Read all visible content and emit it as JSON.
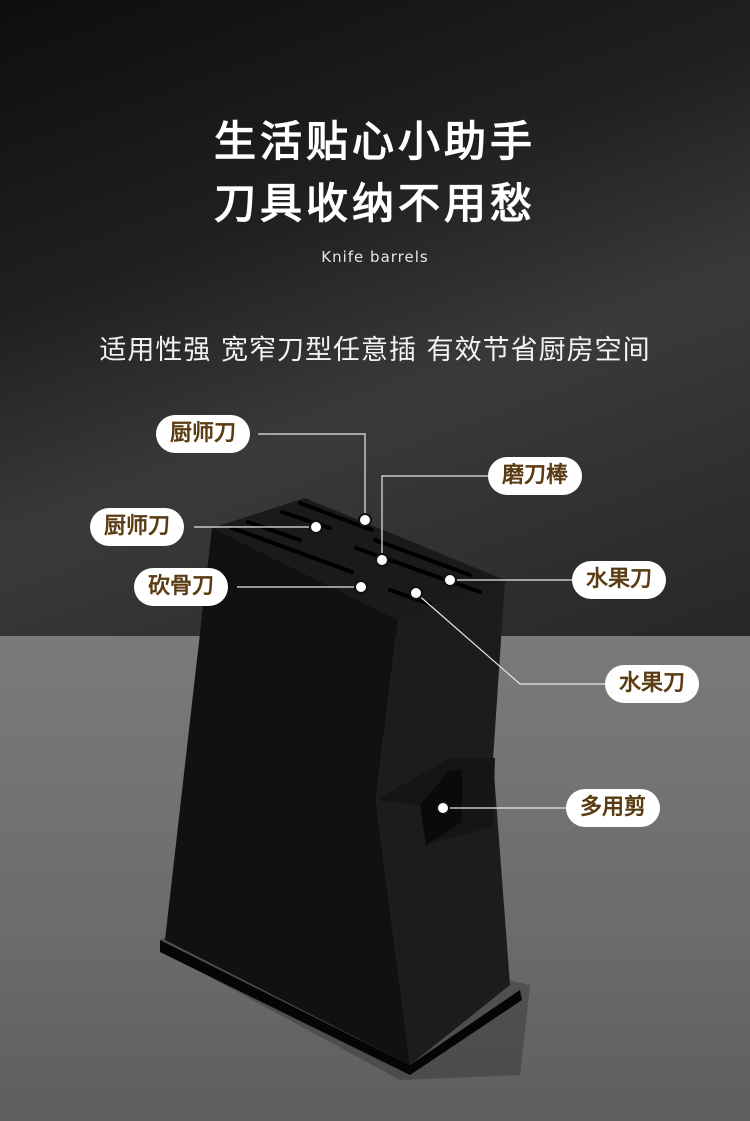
{
  "hero": {
    "title_line1": "生活贴心小助手",
    "title_line2": "刀具收纳不用愁",
    "subtitle": "Knife barrels",
    "tagline": "适用性强 宽窄刀型任意插 有效节省厨房空间"
  },
  "callouts": {
    "chef_knife_top": "厨师刀",
    "sharpening_rod": "磨刀棒",
    "chef_knife_left": "厨师刀",
    "cleaver": "砍骨刀",
    "fruit_knife_right": "水果刀",
    "fruit_knife_lower": "水果刀",
    "scissors": "多用剪"
  },
  "colors": {
    "label_bg": "#ffffff",
    "label_text": "#5a3b12",
    "block": "#0c0c0c"
  }
}
